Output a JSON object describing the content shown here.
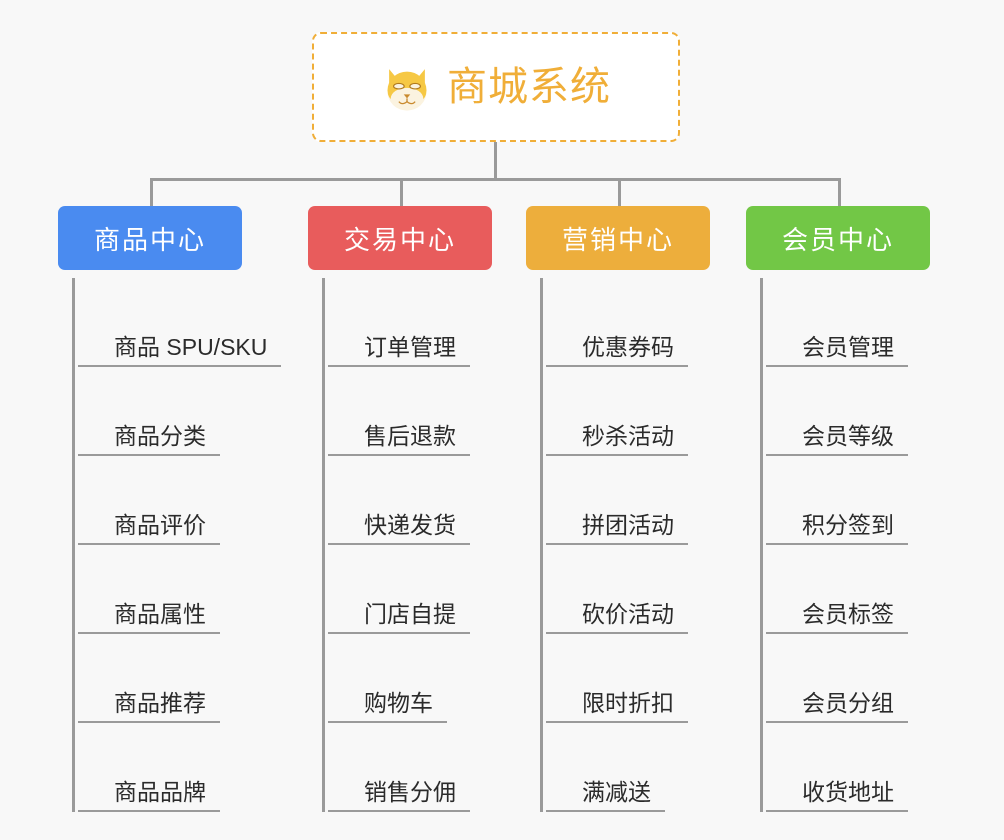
{
  "diagram": {
    "type": "mindmap-org-chart",
    "background_color": "#F8F8F8",
    "connector_color": "#9A9A9A",
    "root": {
      "title": "商城系统",
      "icon": "shiba-dog-face-icon",
      "text_color": "#F0AE38",
      "border_color": "#F0AE38",
      "background_color": "#FFFFFF"
    },
    "categories": [
      {
        "label": "商品中心",
        "color": "#4A8BF0",
        "items": [
          "商品 SPU/SKU",
          "商品分类",
          "商品评价",
          "商品属性",
          "商品推荐",
          "商品品牌"
        ]
      },
      {
        "label": "交易中心",
        "color": "#E85C5C",
        "items": [
          "订单管理",
          "售后退款",
          "快递发货",
          "门店自提",
          "购物车",
          "销售分佣"
        ]
      },
      {
        "label": "营销中心",
        "color": "#EDAE3C",
        "items": [
          "优惠券码",
          "秒杀活动",
          "拼团活动",
          "砍价活动",
          "限时折扣",
          "满减送"
        ]
      },
      {
        "label": "会员中心",
        "color": "#72C746",
        "items": [
          "会员管理",
          "会员等级",
          "积分签到",
          "会员标签",
          "会员分组",
          "收货地址"
        ]
      }
    ]
  }
}
